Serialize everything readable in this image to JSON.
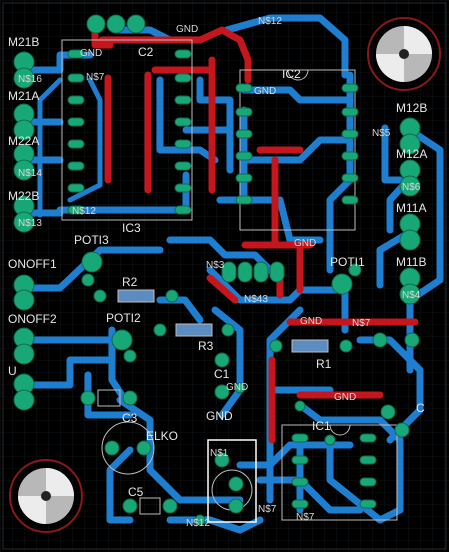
{
  "colors": {
    "background": "#000000",
    "grid": "#101418",
    "top_trace": "#c4161c",
    "bottom_trace": "#1e7fd0",
    "pad": "#18a878",
    "silkscreen": "#d8d8d8",
    "highlight_box": "#ffffff"
  },
  "components": {
    "ic1": "IC1",
    "ic2": "IC2",
    "ic3": "IC3",
    "ic2_partial": "C2",
    "poti1": "POTI1",
    "poti2": "POTI2",
    "poti3": "POTI3",
    "r1": "R1",
    "r2": "R2",
    "r3": "R3",
    "c1": "C1",
    "c3": "C3",
    "c5": "C5",
    "c_right": "C",
    "elko": "ELKO",
    "gnd_part": "GND"
  },
  "connectors": {
    "m21b": "M21B",
    "m21a": "M21A",
    "m22a": "M22A",
    "m22b": "M22B",
    "onoff1": "ONOFF1",
    "onoff2": "ONOFF2",
    "u_label": "U",
    "m12b": "M12B",
    "m12a": "M12A",
    "m11a": "M11A",
    "m11b": "M11B"
  },
  "nets": {
    "gnd": "GND",
    "n12": "N$12",
    "n7": "N$7",
    "n3": "N$3",
    "n43": "N$43",
    "n1": "N$1",
    "n5": "N$5",
    "n13": "N$13",
    "n14": "N$14",
    "n16": "N$16",
    "n6": "N$6",
    "n4": "N$4"
  }
}
